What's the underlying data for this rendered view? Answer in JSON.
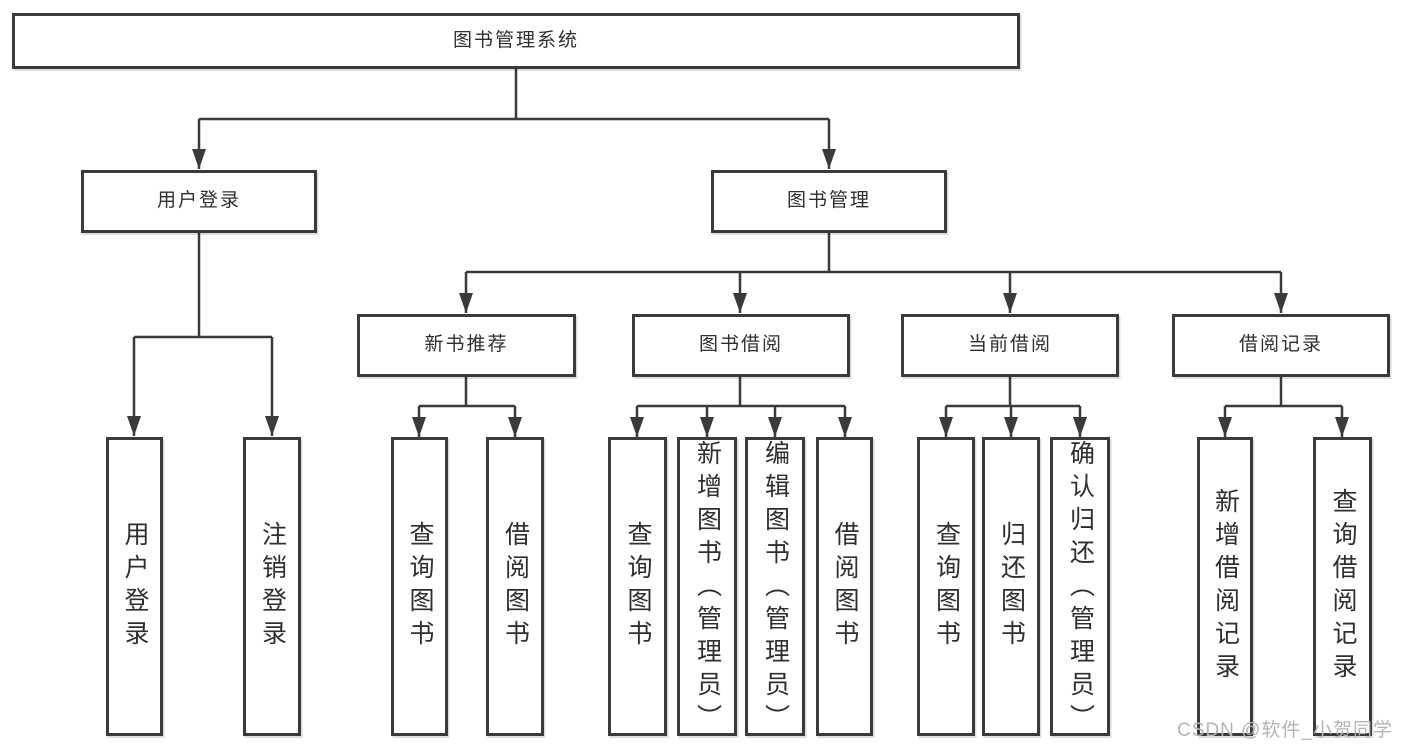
{
  "colors": {
    "line": "#3a3a3a",
    "box_border": "#3a3a3a",
    "text": "#2f2f2f",
    "watermark": "#b5b5b5"
  },
  "tree": {
    "root": {
      "label": "图书管理系统",
      "children": [
        {
          "label": "用户登录",
          "children": [
            {
              "label": "用户登录"
            },
            {
              "label": "注销登录"
            }
          ]
        },
        {
          "label": "图书管理",
          "children": [
            {
              "label": "新书推荐",
              "children": [
                {
                  "label": "查询图书"
                },
                {
                  "label": "借阅图书"
                }
              ]
            },
            {
              "label": "图书借阅",
              "children": [
                {
                  "label": "查询图书"
                },
                {
                  "label": "新增图书（管理员）"
                },
                {
                  "label": "编辑图书（管理员）"
                },
                {
                  "label": "借阅图书"
                }
              ]
            },
            {
              "label": "当前借阅",
              "children": [
                {
                  "label": "查询图书"
                },
                {
                  "label": "归还图书"
                },
                {
                  "label": "确认归还（管理员）"
                }
              ]
            },
            {
              "label": "借阅记录",
              "children": [
                {
                  "label": "新增借阅记录"
                },
                {
                  "label": "查询借阅记录"
                }
              ]
            }
          ]
        }
      ]
    }
  },
  "watermark": {
    "text": "CSDN @软件_小贺同学"
  }
}
